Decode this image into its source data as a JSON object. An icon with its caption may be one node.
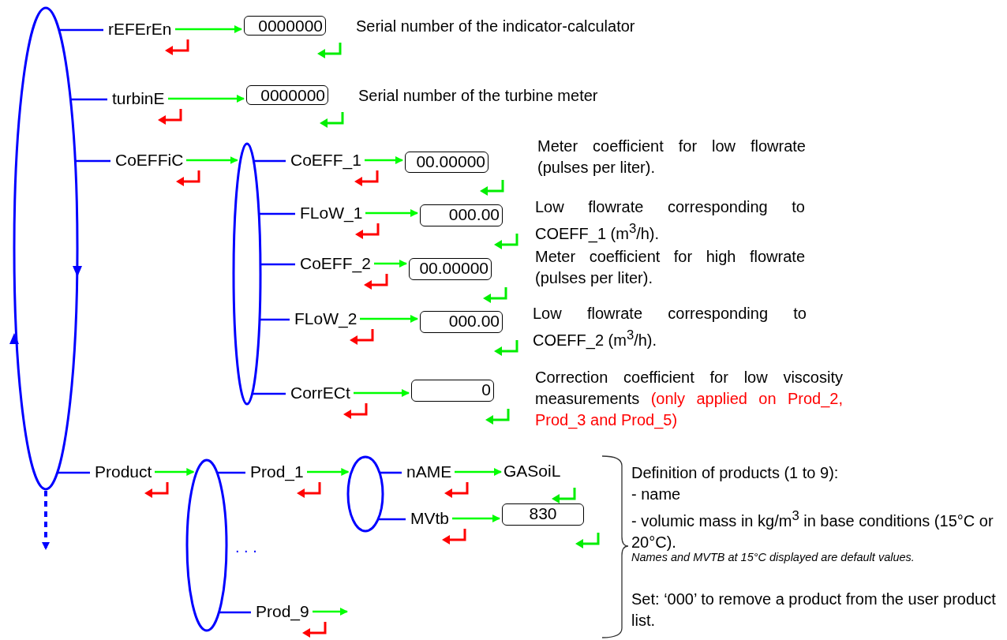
{
  "diagram": {
    "nodes": [
      {
        "text": [],
        "shape": "ellipse"
      },
      {
        "text": [
          "rEFErEn"
        ]
      },
      {
        "text": [
          "0000000"
        ],
        "beside": [
          "Serial number of the indicator-calculator"
        ]
      },
      {
        "text": [
          "turbinE"
        ]
      },
      {
        "text": [
          "0000000"
        ],
        "beside": [
          "Serial number of the turbine meter"
        ]
      },
      {
        "text": [
          "CoEFFiC"
        ]
      },
      {
        "text": [],
        "shape": "ellipse"
      },
      {
        "text": [
          "CoEFF_1"
        ]
      },
      {
        "text": [
          "00.00000"
        ],
        "beside": [
          "Meter coefficient for low flowrate (pulses per liter)."
        ]
      },
      {
        "text": [
          "FLoW_1"
        ]
      },
      {
        "text": [
          "000.00"
        ],
        "beside": [
          "Low flowrate corresponding to COEFF_1 (m$^{3}$/h)."
        ]
      },
      {
        "text": [
          "CoEFF_2"
        ]
      },
      {
        "text": [
          "00.00000"
        ],
        "beside": [
          "Meter coefficient for high flowrate (pulses per liter)."
        ]
      },
      {
        "text": [
          "FLoW_2"
        ]
      },
      {
        "text": [
          "000.00"
        ],
        "beside": [
          "Low flowrate corresponding to COEFF_2 (m$^{3}$/h)."
        ]
      },
      {
        "text": [
          "CorrECt"
        ]
      },
      {
        "text": [
          "0"
        ],
        "beside": [
          "Correction coefficient for low viscosity measurements",
          "(only applied on Prod_2, Prod_3 and Prod_5)"
        ]
      },
      {
        "text": [
          "Product"
        ]
      },
      {
        "text": [],
        "shape": "ellipse"
      },
      {
        "text": [
          "Prod_1"
        ]
      },
      {
        "text": [],
        "shape": "ellipse"
      },
      {
        "text": [
          "nAME"
        ]
      },
      {
        "text": [
          "GASoiL"
        ]
      },
      {
        "text": [
          "MVtb"
        ]
      },
      {
        "text": [
          "830"
        ]
      },
      {
        "text": [
          "Prod_9"
        ]
      }
    ],
    "edges": [
      {
        "from": 0,
        "to": 1,
        "arrow": "none"
      },
      {
        "from": 1,
        "to": 2,
        "arrow": "to",
        "color": "#00ff00"
      },
      {
        "from": 0,
        "to": 3,
        "arrow": "none"
      },
      {
        "from": 3,
        "to": 4,
        "arrow": "to",
        "color": "#00ff00"
      },
      {
        "from": 0,
        "to": 5,
        "arrow": "none"
      },
      {
        "from": 5,
        "to": 6,
        "arrow": "to",
        "color": "#00ff00"
      },
      {
        "from": 6,
        "to": 7,
        "arrow": "none"
      },
      {
        "from": 7,
        "to": 8,
        "arrow": "to",
        "color": "#00ff00"
      },
      {
        "from": 6,
        "to": 9,
        "arrow": "none"
      },
      {
        "from": 9,
        "to": 10,
        "arrow": "to",
        "color": "#00ff00"
      },
      {
        "from": 6,
        "to": 11,
        "arrow": "none"
      },
      {
        "from": 11,
        "to": 12,
        "arrow": "to",
        "color": "#00ff00"
      },
      {
        "from": 6,
        "to": 13,
        "arrow": "none"
      },
      {
        "from": 13,
        "to": 14,
        "arrow": "to",
        "color": "#00ff00"
      },
      {
        "from": 6,
        "to": 15,
        "arrow": "none"
      },
      {
        "from": 15,
        "to": 16,
        "arrow": "to",
        "color": "#00ff00"
      },
      {
        "from": 0,
        "to": 17,
        "arrow": "none"
      },
      {
        "from": 17,
        "to": 18,
        "arrow": "to",
        "color": "#00ff00"
      },
      {
        "from": 18,
        "to": 19,
        "arrow": "none"
      },
      {
        "from": 19,
        "to": 20,
        "arrow": "to",
        "color": "#00ff00"
      },
      {
        "from": 20,
        "to": 21,
        "arrow": "none"
      },
      {
        "from": 21,
        "to": 22,
        "arrow": "to",
        "color": "#00ff00"
      },
      {
        "from": 20,
        "to": 23,
        "arrow": "none"
      },
      {
        "from": 23,
        "to": 24,
        "arrow": "to",
        "color": "#00ff00"
      },
      {
        "from": 18,
        "to": 25,
        "arrow": "none"
      },
      {
        "from": 25,
        "to": null,
        "arrow": "to",
        "color": "#00ff00"
      },
      {
        "from": 0,
        "to": null,
        "arrow": "to",
        "style": "dashed"
      }
    ],
    "labels": [
      ". . .",
      "Definition of products (1 to 9):",
      "- name",
      "- volumic mass in kg/m$^{3}$ in base conditions (15°C or 20°C).",
      "Names and MVTB at 15°C displayed are default values.",
      "Set: ‘000’ to remove a product from the user product list."
    ]
  }
}
